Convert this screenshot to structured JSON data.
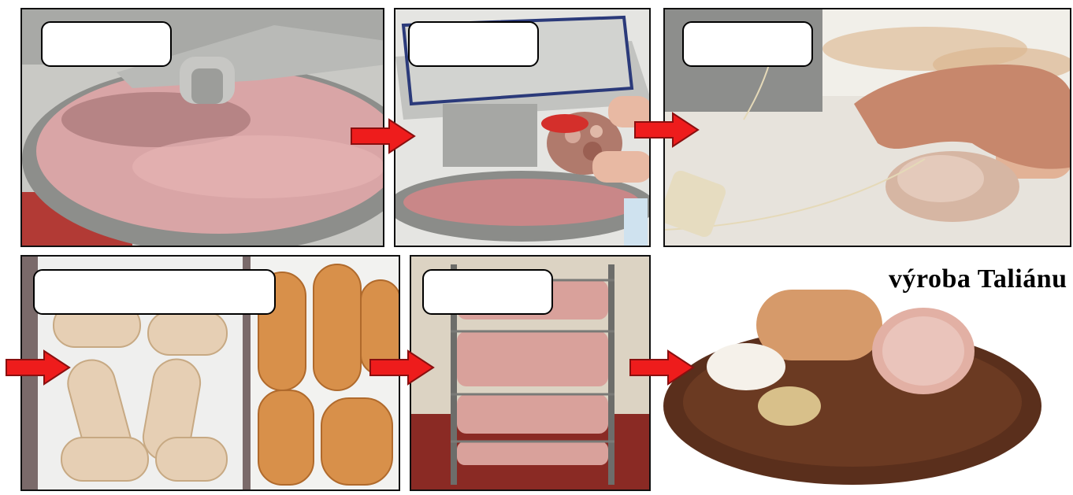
{
  "title": "výroba Taliánu",
  "colors": {
    "arrow": "#ee1c1c",
    "arrow_outline": "#8a0f0f",
    "background": "#ffffff"
  },
  "panels": [
    {
      "name": "cutter-bowl-pink-mass-photo"
    },
    {
      "name": "cutter-adding-meat-photo"
    },
    {
      "name": "tying-sausage-photo"
    },
    {
      "name": "boiled-and-smoked-sausages-photo"
    },
    {
      "name": "smoking-rack-photo"
    },
    {
      "name": "sausage-on-board-photo"
    }
  ],
  "labels": [
    "",
    "",
    "",
    "",
    ""
  ]
}
